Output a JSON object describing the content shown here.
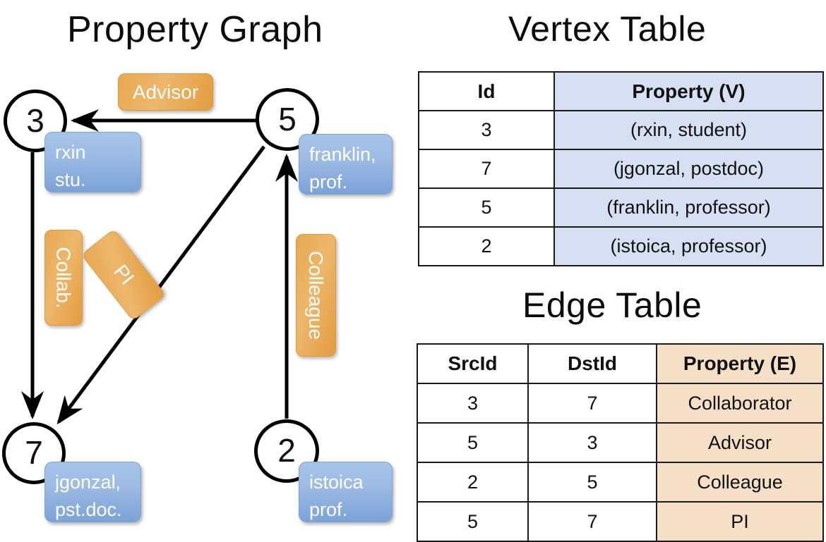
{
  "titles": {
    "graph": "Property Graph",
    "vertex_table": "Vertex Table",
    "edge_table": "Edge Table"
  },
  "graph": {
    "nodes": [
      {
        "id": "3",
        "property_lines": [
          "rxin",
          "stu."
        ]
      },
      {
        "id": "5",
        "property_lines": [
          "franklin,",
          "prof."
        ]
      },
      {
        "id": "7",
        "property_lines": [
          "jgonzal,",
          "pst.doc."
        ]
      },
      {
        "id": "2",
        "property_lines": [
          "istoica",
          "prof."
        ]
      }
    ],
    "edge_labels": [
      {
        "name": "advisor-label",
        "text": "Advisor",
        "from": "5",
        "to": "3"
      },
      {
        "name": "collab-label",
        "text": "Collab.",
        "from": "3",
        "to": "7"
      },
      {
        "name": "pi-label",
        "text": "PI",
        "from": "5",
        "to": "7"
      },
      {
        "name": "colleague-label",
        "text": "Colleague",
        "from": "2",
        "to": "5"
      }
    ]
  },
  "vertex_table": {
    "columns": [
      "Id",
      "Property (V)"
    ],
    "rows": [
      {
        "id": "3",
        "property": "(rxin, student)"
      },
      {
        "id": "7",
        "property": "(jgonzal, postdoc)"
      },
      {
        "id": "5",
        "property": "(franklin, professor)"
      },
      {
        "id": "2",
        "property": "(istoica, professor)"
      }
    ]
  },
  "edge_table": {
    "columns": [
      "SrcId",
      "DstId",
      "Property (E)"
    ],
    "rows": [
      {
        "src": "3",
        "dst": "7",
        "property": "Collaborator"
      },
      {
        "src": "5",
        "dst": "3",
        "property": "Advisor"
      },
      {
        "src": "2",
        "dst": "5",
        "property": "Colleague"
      },
      {
        "src": "5",
        "dst": "7",
        "property": "PI"
      }
    ]
  },
  "colors": {
    "vertex_property_fill": "#d6e0f2",
    "edge_property_fill": "#f5dfc6",
    "node_box_blue": "#9dbbe4",
    "edge_label_orange": "#e8a851",
    "stroke": "#000000"
  }
}
